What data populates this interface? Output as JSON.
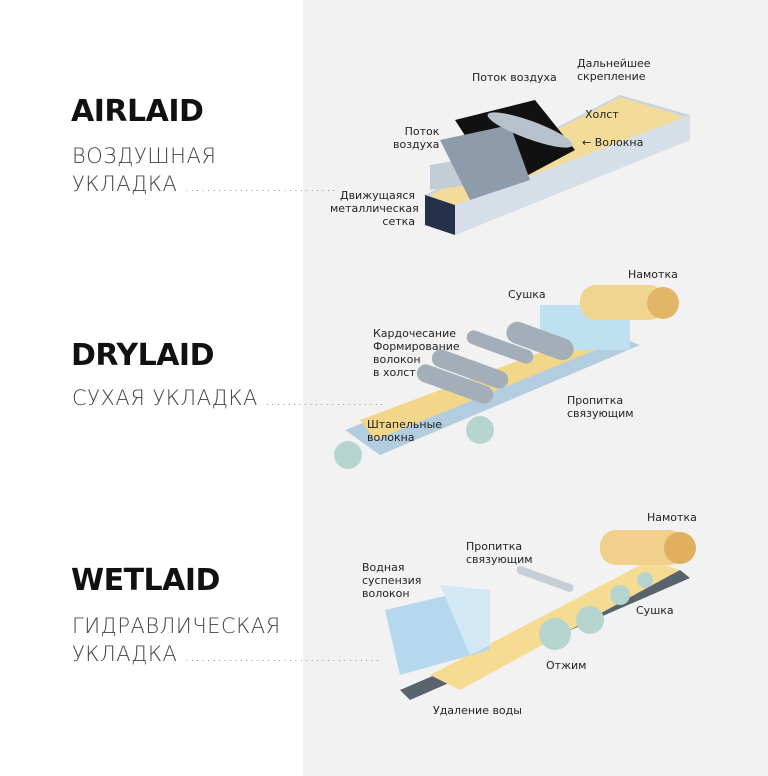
{
  "sections": [
    {
      "title": "AIRLAID",
      "subtitle": [
        "ВОЗДУШНАЯ",
        "УКЛАДКА"
      ],
      "dots": "............................",
      "labels": {
        "airflow_top": "Поток воздуха",
        "further_bonding": [
          "Дальнейшее",
          "скрепление"
        ],
        "web": "Холст",
        "airflow_side": [
          "Поток",
          "воздуха"
        ],
        "fibers": "← Волокна",
        "mesh": [
          "Движущаяся",
          "металлическая",
          "сетка"
        ]
      }
    },
    {
      "title": "DRYLAID",
      "subtitle": [
        "СУХАЯ УКЛАДКА"
      ],
      "dots": "......................",
      "labels": {
        "winding": "Намотка",
        "drying": "Сушка",
        "carding": [
          "Кардочесание",
          "Формирование",
          "волокон",
          "в холст"
        ],
        "binder": [
          "Пропитка",
          "связующим"
        ],
        "staple": [
          "Штапельные",
          "волокна"
        ]
      }
    },
    {
      "title": "WETLAID",
      "subtitle": [
        "ГИДРАВЛИЧЕСКАЯ",
        "УКЛАДКА"
      ],
      "dots": "....................................",
      "labels": {
        "winding": "Намотка",
        "binder": [
          "Пропитка",
          "связующим"
        ],
        "suspension": [
          "Водная",
          "суспензия",
          "волокон"
        ],
        "drying": "Сушка",
        "pressing": "Отжим",
        "dewatering": "Удаление воды"
      }
    }
  ],
  "colors": {
    "panel": "#f2f2f2",
    "web": "#f5dc95",
    "box": "#b9d9ea",
    "metal": "#8fa3b5"
  }
}
